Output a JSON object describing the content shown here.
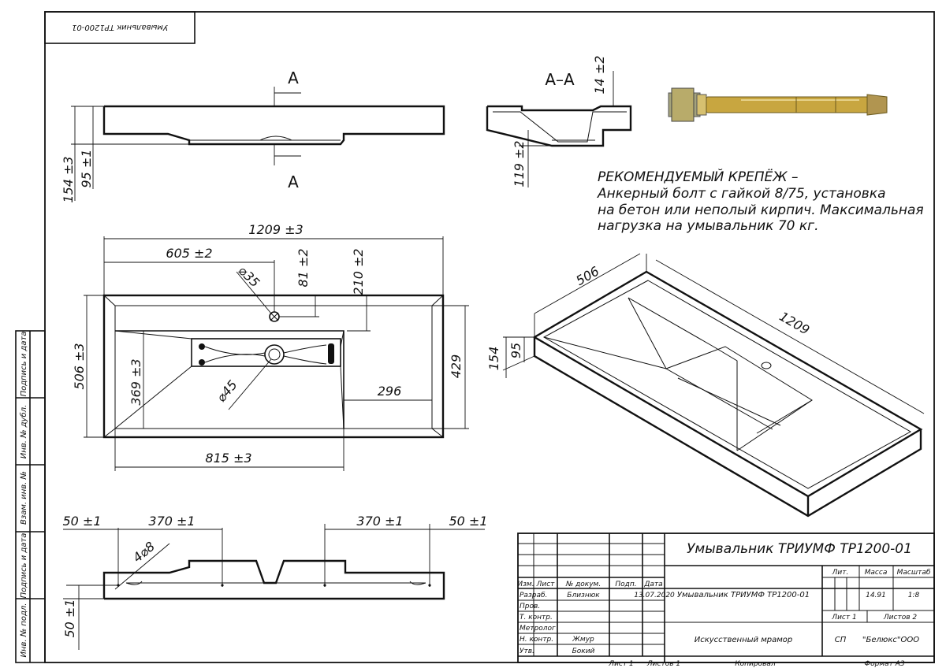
{
  "stamp_top": "Умывальник ТР1200-01",
  "section": {
    "marker": "A",
    "marker2": "A",
    "title": "A–A"
  },
  "dims": {
    "side_154": "154 ±3",
    "side_95": "95 ±1",
    "sec_14": "14 ±2",
    "sec_119": "119 ±2",
    "width": "1209 ±3",
    "hole_x": "605 ±2",
    "hole_d": "⌀35",
    "d81": "81 ±2",
    "d210": "210 ±2",
    "depth": "506 ±3",
    "bowl_369": "369 ±3",
    "drain_d": "⌀45",
    "d296": "296",
    "d429": "429",
    "d815": "815 ±3",
    "front_50l": "50 ±1",
    "front_370l": "370 ±1",
    "front_370r": "370 ±1",
    "front_50r": "50 ±1",
    "front_holes": "4⌀8",
    "front_50v": "50 ±1",
    "iso_506": "506",
    "iso_1209": "1209",
    "iso_154": "154",
    "iso_95": "95"
  },
  "note": {
    "line1": "РЕКОМЕНДУЕМЫЙ КРЕПЁЖ –",
    "line2": "Анкерный болт с гайкой 8/75, установка",
    "line3": "на бетон или неполый кирпич. Максимальная",
    "line4": "нагрузка на умывальник 70 кг."
  },
  "side_strip": [
    "Инв. № подл.",
    "Подпись и дата",
    "Взам. инв. №",
    "Инв. № дубл.",
    "Подпись и дата"
  ],
  "title_block": {
    "name_big": "Умывальник ТРИУМФ ТР1200-01",
    "name_small": "Умывальник ТРИУМФ ТР1200-01",
    "headers": [
      "Изм.",
      "Лист",
      "№ докум.",
      "Подп.",
      "Дата"
    ],
    "rows": [
      "Разраб.",
      "Пров.",
      "Т. контр.",
      "Метролог",
      "Н. контр.",
      "Утв."
    ],
    "developer": "Близнюк",
    "date": "13.07.2020",
    "n_control": "Жмур",
    "approved": "Бокий",
    "lit_label": "Лит.",
    "mass_label": "Масса",
    "scale_label": "Масштаб",
    "mass": "14.91",
    "scale": "1:8",
    "sheet": "Лист 1",
    "sheets": "Листов 2",
    "material": "Искусственный мрамор",
    "sp": "СП",
    "company": "\"Белюкс\"ООО",
    "bottom_sheet": "Лист 1",
    "bottom_sheets": "Листов 1",
    "copied": "Копировал",
    "format": "Формат А3"
  },
  "colors": {
    "line": "#111111",
    "bolt_brass": "#c8a640",
    "bolt_dark": "#6b5a1e"
  }
}
